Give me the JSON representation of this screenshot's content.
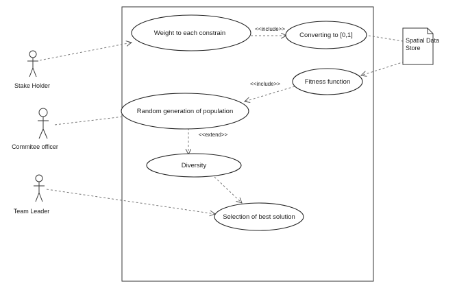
{
  "actors": {
    "stakeholder": "Stake Holder",
    "committee_officer": "Commitee officer",
    "team_leader": "Team Leader"
  },
  "use_cases": {
    "weight": "Weight to each constrain",
    "converting": "Converting to [0,1]",
    "fitness": "Fitness function",
    "random_generation": "Random generation of population",
    "diversity": "Diversity",
    "selection": "Selection of best solution"
  },
  "relations": {
    "include_1": "<<include>>",
    "include_2": "<<include>>",
    "extend": "<<extend>>"
  },
  "note": {
    "line1": "Spatial Data",
    "line2": "Store"
  }
}
